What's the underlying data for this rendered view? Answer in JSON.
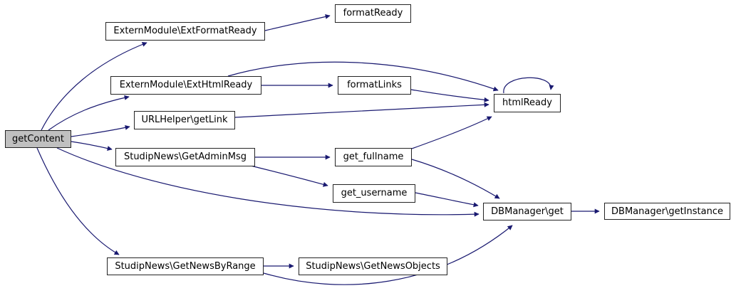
{
  "graph": {
    "kind": "function-call-graph",
    "colors": {
      "edge": "#191970",
      "node_border": "#242424",
      "node_fill": "#ffffff",
      "root_node_fill": "#c0c0c0",
      "text": "#000000",
      "background": "#ffffff"
    },
    "nodes": [
      {
        "label": "getContent",
        "root": true
      },
      {
        "label": "ExternModule\\ExtFormatReady",
        "root": false
      },
      {
        "label": "formatReady",
        "root": false
      },
      {
        "label": "ExternModule\\ExtHtmlReady",
        "root": false
      },
      {
        "label": "formatLinks",
        "root": false
      },
      {
        "label": "htmlReady",
        "root": false
      },
      {
        "label": "URLHelper\\getLink",
        "root": false
      },
      {
        "label": "StudipNews\\GetAdminMsg",
        "root": false
      },
      {
        "label": "get_fullname",
        "root": false
      },
      {
        "label": "get_username",
        "root": false
      },
      {
        "label": "DBManager\\get",
        "root": false
      },
      {
        "label": "DBManager\\getInstance",
        "root": false
      },
      {
        "label": "StudipNews\\GetNewsByRange",
        "root": false
      },
      {
        "label": "StudipNews\\GetNewsObjects",
        "root": false
      }
    ],
    "edges": [
      {
        "from": "getContent",
        "to": "ExternModule\\ExtFormatReady"
      },
      {
        "from": "getContent",
        "to": "ExternModule\\ExtHtmlReady"
      },
      {
        "from": "getContent",
        "to": "URLHelper\\getLink"
      },
      {
        "from": "getContent",
        "to": "StudipNews\\GetAdminMsg"
      },
      {
        "from": "getContent",
        "to": "DBManager\\get"
      },
      {
        "from": "getContent",
        "to": "StudipNews\\GetNewsByRange"
      },
      {
        "from": "ExternModule\\ExtFormatReady",
        "to": "formatReady"
      },
      {
        "from": "ExternModule\\ExtHtmlReady",
        "to": "formatLinks"
      },
      {
        "from": "ExternModule\\ExtHtmlReady",
        "to": "htmlReady"
      },
      {
        "from": "formatLinks",
        "to": "htmlReady"
      },
      {
        "from": "URLHelper\\getLink",
        "to": "htmlReady"
      },
      {
        "from": "StudipNews\\GetAdminMsg",
        "to": "get_fullname"
      },
      {
        "from": "StudipNews\\GetAdminMsg",
        "to": "get_username"
      },
      {
        "from": "get_fullname",
        "to": "htmlReady"
      },
      {
        "from": "get_fullname",
        "to": "DBManager\\get"
      },
      {
        "from": "get_username",
        "to": "DBManager\\get"
      },
      {
        "from": "htmlReady",
        "to": "htmlReady"
      },
      {
        "from": "DBManager\\get",
        "to": "DBManager\\getInstance"
      },
      {
        "from": "StudipNews\\GetNewsByRange",
        "to": "StudipNews\\GetNewsObjects"
      },
      {
        "from": "StudipNews\\GetNewsByRange",
        "to": "DBManager\\get"
      }
    ]
  }
}
